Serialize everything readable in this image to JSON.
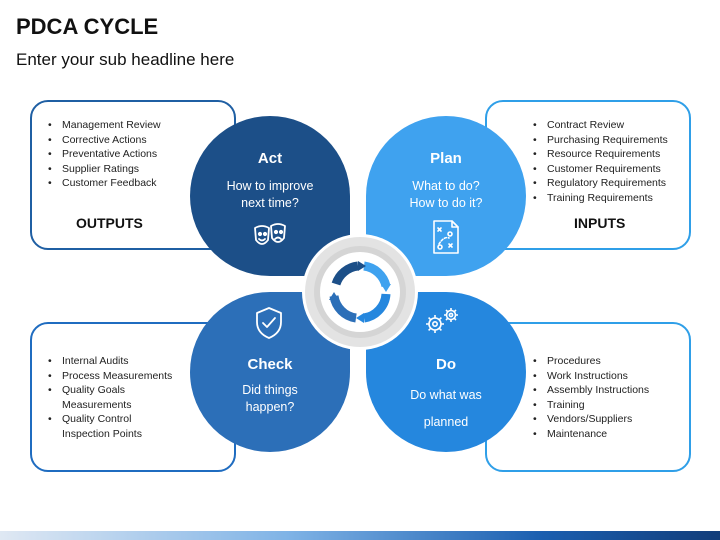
{
  "header": {
    "title": "PDCA CYCLE",
    "subtitle": "Enter your sub headline here"
  },
  "outputs": {
    "label": "OUTPUTS",
    "items": [
      "Management Review",
      "Corrective Actions",
      "Preventative Actions",
      "Supplier Ratings",
      "Customer Feedback"
    ]
  },
  "inputs": {
    "label": "INPUTS",
    "items": [
      "Contract Review",
      "Purchasing Requirements",
      "Resource Requirements",
      "Customer Requirements",
      "Regulatory Requirements",
      "Training Requirements"
    ]
  },
  "check_box": {
    "items": [
      "Internal Audits",
      "Process Measurements",
      "Quality Goals Measurements",
      "Quality Control Inspection Points"
    ]
  },
  "do_box": {
    "items": [
      "Procedures",
      "Work Instructions",
      "Assembly Instructions",
      "Training",
      "Vendors/Suppliers",
      "Maintenance"
    ]
  },
  "petals": {
    "act": {
      "title": "Act",
      "text": "How to improve next time?",
      "color": "#1c4f88",
      "icon": "theater-masks-icon"
    },
    "plan": {
      "title": "Plan",
      "text": "What to do? How to do it?",
      "color": "#3fa2ef",
      "icon": "strategy-board-icon"
    },
    "check": {
      "title": "Check",
      "text": "Did things happen?",
      "color": "#2c6fb8",
      "icon": "shield-check-icon"
    },
    "do": {
      "title": "Do",
      "text": "Do what was planned",
      "color": "#2587de",
      "icon": "gears-icon"
    }
  },
  "colors": {
    "dark_blue": "#1c4f88",
    "light_blue": "#3fa2ef",
    "center_ring": "#d9d9d9"
  }
}
